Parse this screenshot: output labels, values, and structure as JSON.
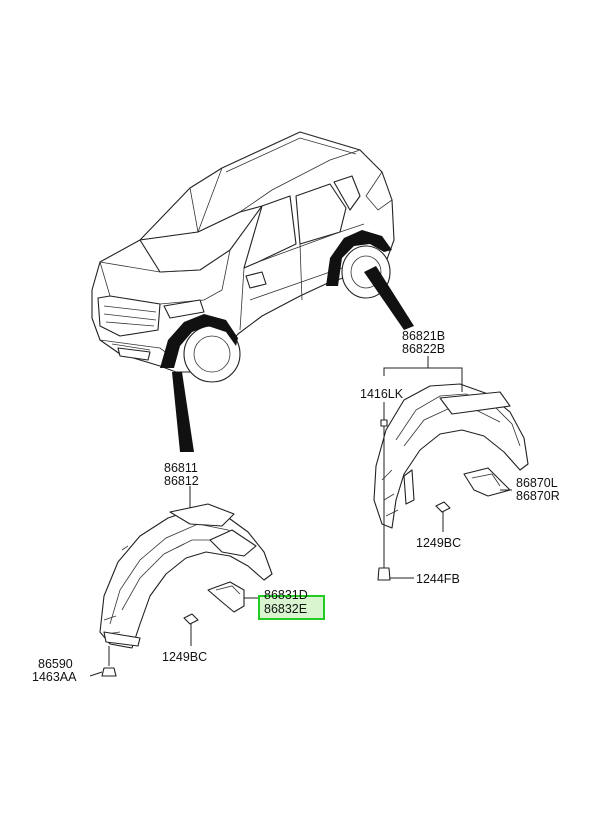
{
  "labels": {
    "front_liner_a": "86811",
    "front_liner_b": "86812",
    "rear_liner_a": "86821B",
    "rear_liner_b": "86822B",
    "bolt_upper": "1416LK",
    "front_mudguard_a": "86831D",
    "front_mudguard_b": "86832E",
    "rear_mudguard_a": "86870L",
    "rear_mudguard_b": "86870R",
    "screw_rear": "1249BC",
    "screw_front": "1249BC",
    "bolt_lower": "1244FB",
    "clip_a": "86590",
    "clip_b": "1463AA"
  },
  "colors": {
    "highlight_border": "#22cc22",
    "highlight_fill": "#d8f5d0",
    "line": "#222222",
    "fender_fill": "#111111"
  },
  "highlighted_part": "86832E"
}
